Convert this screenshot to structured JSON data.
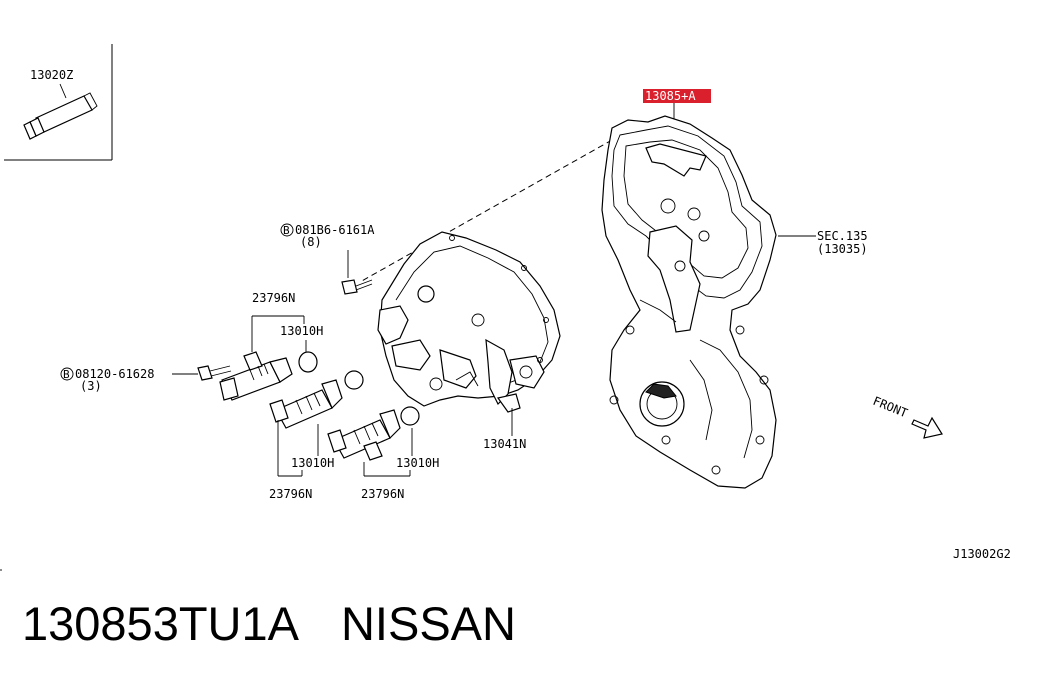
{
  "labels": {
    "sealant": "13020Z",
    "highlighted_part": "13085+A",
    "sec_ref": "SEC.135",
    "sec_sub": "(13035)",
    "bolt_upper": "081B6-6161A",
    "bolt_upper_qty": "(8)",
    "bolt_lower": "08120-61628",
    "bolt_lower_qty": "(3)",
    "solenoid_1": "23796N",
    "solenoid_2": "23796N",
    "solenoid_3": "23796N",
    "oring_1": "13010H",
    "oring_2": "13010H",
    "oring_3": "13010H",
    "cover": "13041N",
    "front": "FRONT",
    "diagram_code": "J13002G2",
    "bolt_marker": "B"
  },
  "caption": {
    "part_number": "130853TU1A",
    "brand": "NISSAN"
  },
  "colors": {
    "highlight": "#d9202c",
    "ink": "#000000",
    "background": "#ffffff"
  }
}
